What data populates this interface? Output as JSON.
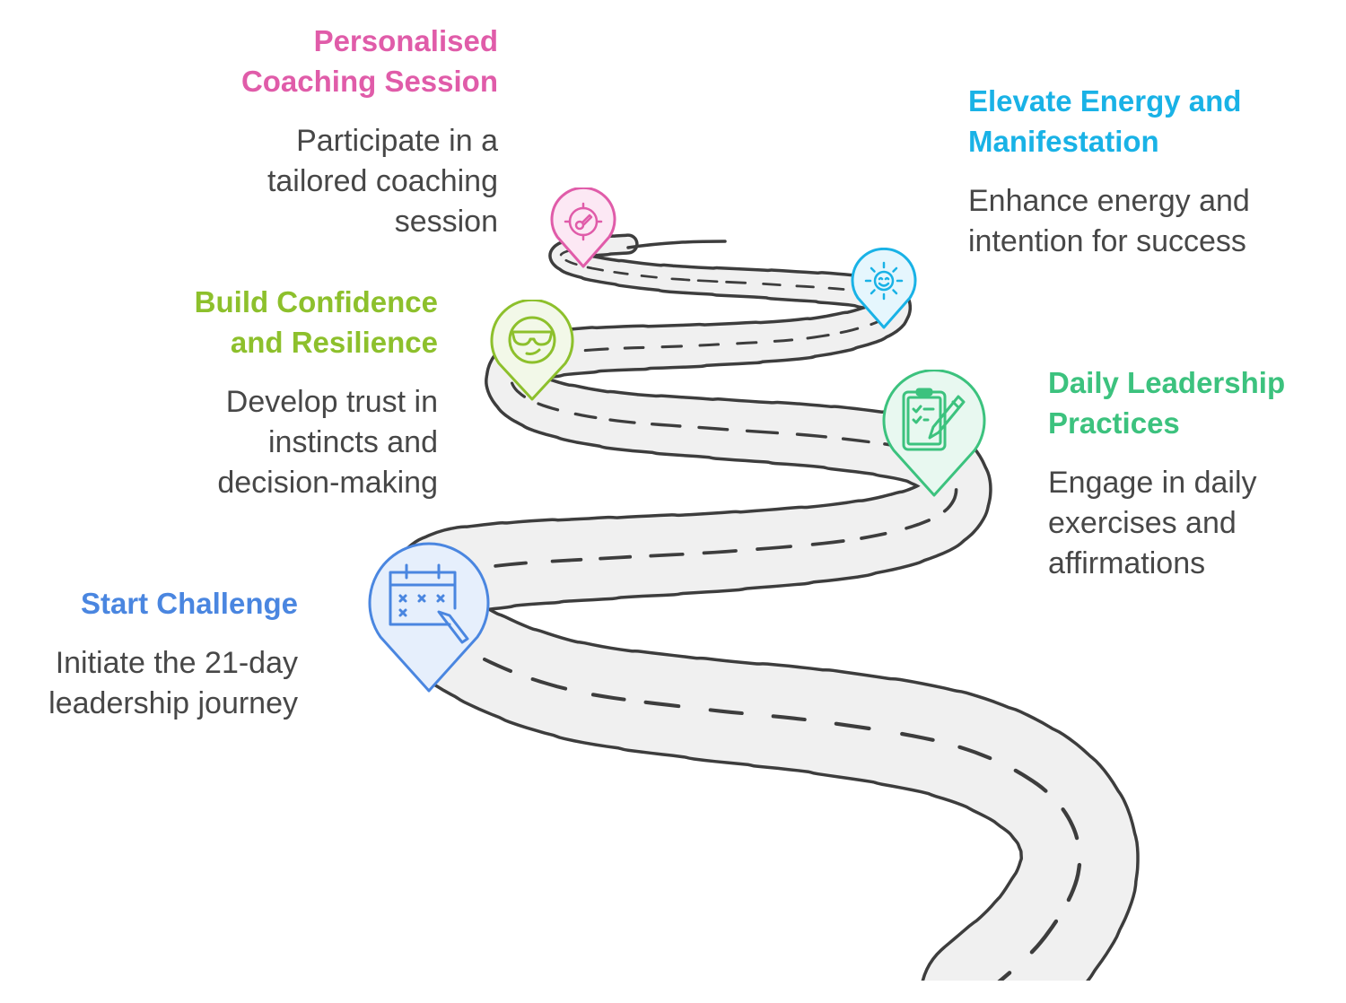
{
  "diagram": {
    "type": "winding-road-journey",
    "steps": [
      {
        "id": "start",
        "title_lines": [
          "Start Challenge"
        ],
        "desc_lines": [
          "Initiate the 21-day",
          "leadership journey"
        ],
        "color": "#4a86e0",
        "fill": "#e6effc",
        "icon": "calendar-icon"
      },
      {
        "id": "daily",
        "title_lines": [
          "Daily Leadership",
          "Practices"
        ],
        "desc_lines": [
          "Engage in daily",
          "exercises and",
          "affirmations"
        ],
        "color": "#3cc27e",
        "fill": "#e8f8f0",
        "icon": "clipboard-checklist-icon"
      },
      {
        "id": "confidence",
        "title_lines": [
          "Build Confidence",
          "and Resilience"
        ],
        "desc_lines": [
          "Develop trust in",
          "instincts and",
          "decision-making"
        ],
        "color": "#8dc02c",
        "fill": "#f2f8e8",
        "icon": "sunglasses-face-icon"
      },
      {
        "id": "energy",
        "title_lines": [
          "Elevate Energy and",
          "Manifestation"
        ],
        "desc_lines": [
          "Enhance energy and",
          "intention for success"
        ],
        "color": "#19b2e6",
        "fill": "#e5f6fd",
        "icon": "smiling-sun-icon"
      },
      {
        "id": "coaching",
        "title_lines": [
          "Personalised",
          "Coaching Session"
        ],
        "desc_lines": [
          "Participate in a",
          "tailored coaching",
          "session"
        ],
        "color": "#e05ca9",
        "fill": "#fce8f4",
        "icon": "target-gauge-icon"
      }
    ],
    "road": {
      "fill": "#f0f0f0",
      "edge_color": "#3d3d3d",
      "dash_color": "#3d3d3d"
    },
    "text_color": "#474747"
  }
}
